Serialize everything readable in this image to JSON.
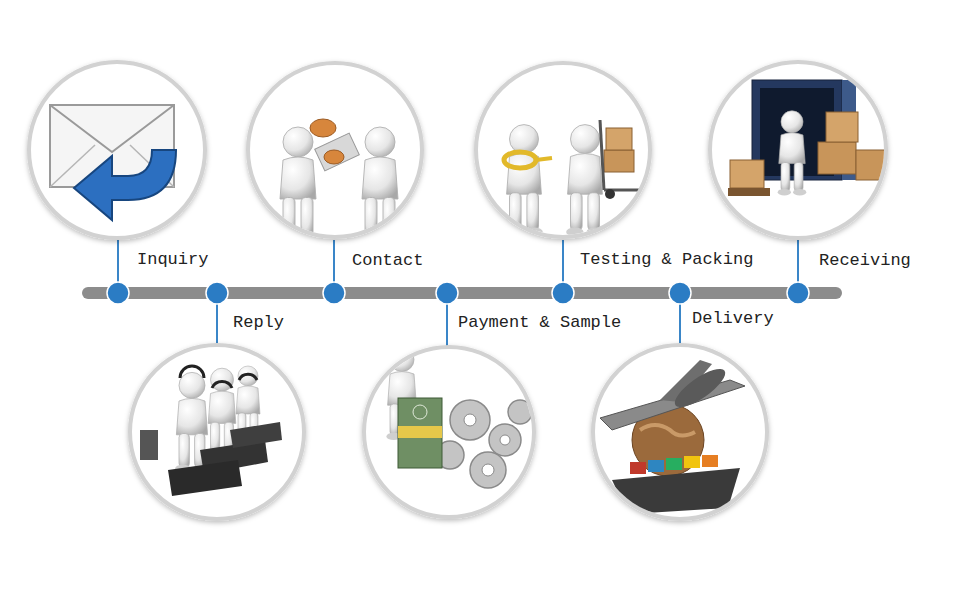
{
  "diagram": {
    "labels": [
      "Inquiry",
      "Reply",
      "Contact",
      "Payment & Sample",
      "Testing & Packing",
      "Delivery",
      "Receiving"
    ]
  }
}
